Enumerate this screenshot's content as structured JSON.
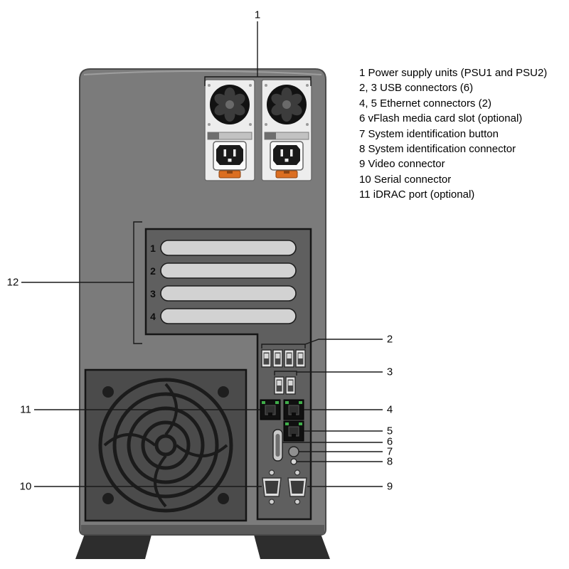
{
  "legend": {
    "items": [
      "1 Power supply units (PSU1 and PSU2)",
      "2, 3 USB connectors (6)",
      "4, 5 Ethernet connectors (2)",
      "6 vFlash media card slot (optional)",
      "7 System identification button",
      "8 System identification connector",
      "9 Video connector",
      "10 Serial connector",
      "11 iDRAC port (optional)"
    ]
  },
  "callouts": {
    "c1": "1",
    "c2": "2",
    "c3": "3",
    "c4": "4",
    "c5": "5",
    "c6": "6",
    "c7": "7",
    "c8": "8",
    "c9": "9",
    "c10": "10",
    "c11": "11",
    "c12": "12"
  },
  "expansion_slots": {
    "labels": [
      "1",
      "2",
      "3",
      "4"
    ]
  },
  "colors": {
    "background": "#ffffff",
    "chassis": "#7b7b7b",
    "io_panel": "#5f5f5f",
    "fan_panel": "#4b4b4b",
    "psu_latch_orange": "#db6e21",
    "ethernet_led_green": "#3fae49",
    "callout_line": "#1a1a1a"
  }
}
